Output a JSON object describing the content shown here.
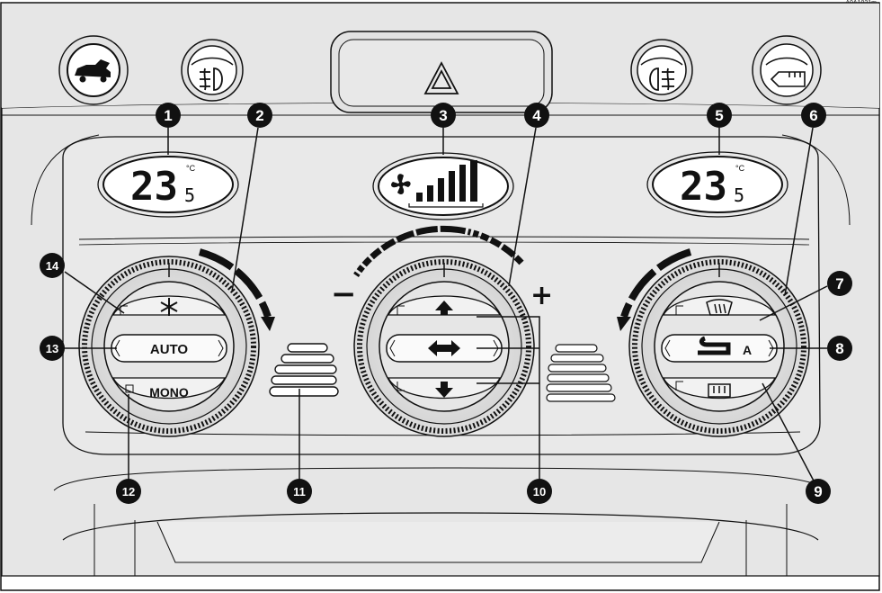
{
  "doc_ref": "A0A1021m",
  "displays": {
    "left_temp": "23",
    "left_decimal": "5",
    "right_temp": "23",
    "right_decimal": "5",
    "unit": "°C"
  },
  "buttons": {
    "auto": "AUTO",
    "mono": "MONO",
    "recirc_a": "A"
  },
  "callouts": [
    "1",
    "2",
    "3",
    "4",
    "5",
    "6",
    "7",
    "8",
    "9",
    "10",
    "11",
    "12",
    "13",
    "14"
  ],
  "signs": {
    "minus": "−",
    "plus": "+"
  },
  "colors": {
    "panel": "#e6e6e6",
    "line": "#111111",
    "callout": "#111111",
    "callout_text": "#ffffff"
  },
  "icons": [
    "rear-fog-light-icon",
    "front-fog-light-icon",
    "hazard-icon",
    "boot-open-icon",
    "key-icon",
    "fan-icon",
    "snowflake-icon",
    "arrow-up-icon",
    "arrow-left-right-icon",
    "arrow-down-icon",
    "windscreen-defrost-icon",
    "recirculation-icon",
    "rear-window-defrost-icon"
  ]
}
